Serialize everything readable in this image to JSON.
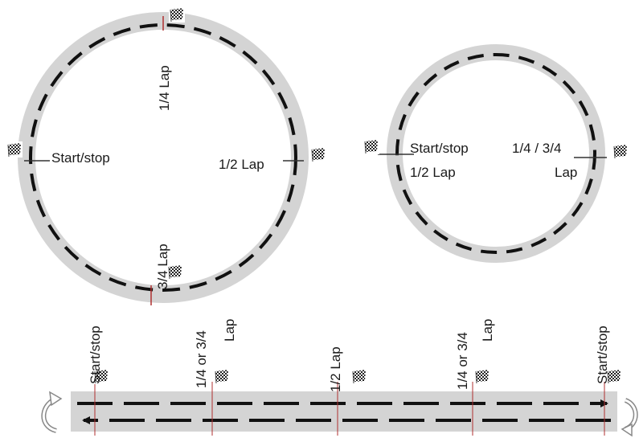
{
  "big_circle": {
    "quarter_label": "1/4 Lap",
    "start_label": "Start/stop",
    "half_label": "1/2 Lap",
    "three_quarter_label": "3/4 Lap"
  },
  "small_circle": {
    "start_label": "Start/stop",
    "half_label": "1/2 Lap",
    "quarter_label_line1": "1/4 / 3/4",
    "quarter_label_line2": "Lap"
  },
  "straight_track": {
    "start_label_left": "Start/stop",
    "quarter_label_1_line1": "1/4 or 3/4",
    "quarter_label_1_line2": "Lap",
    "half_label": "1/2 Lap",
    "quarter_label_2_line1": "1/4 or 3/4",
    "quarter_label_2_line2": "Lap",
    "start_label_right": "Start/stop"
  },
  "colors": {
    "track": "#d4d4d4",
    "dash": "#111111",
    "marker": "#b03030",
    "text": "#1a1a1a"
  },
  "icons": {
    "flag": "checkered-flag-icon",
    "turn_left": "u-turn-arrow-left-icon",
    "turn_right": "u-turn-arrow-right-icon"
  }
}
